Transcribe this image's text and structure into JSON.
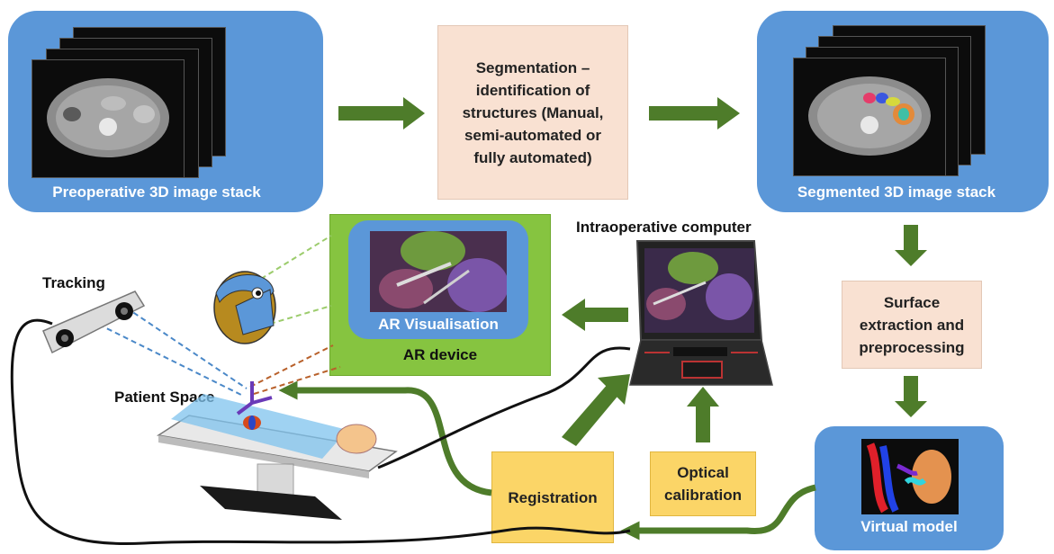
{
  "nodes": {
    "preop_stack": "Preoperative 3D image stack",
    "segmentation": "Segmentation – identification of structures (Manual, semi-automated or fully automated)",
    "segmented_stack": "Segmented 3D image stack",
    "surface_extraction": "Surface extraction and preprocessing",
    "virtual_model": "Virtual model",
    "registration": "Registration",
    "optical_calibration": "Optical calibration",
    "ar_visualisation": "AR Visualisation",
    "ar_device": "AR device",
    "intraop_computer": "Intraoperative computer",
    "tracking": "Tracking",
    "patient_space": "Patient Space"
  },
  "colors": {
    "blue_box": "#5b97d8",
    "green_arrow": "#4e7c2a",
    "peach_box": "#f9e1d2",
    "yellow_box": "#fbd567",
    "ar_green": "#86c440"
  }
}
